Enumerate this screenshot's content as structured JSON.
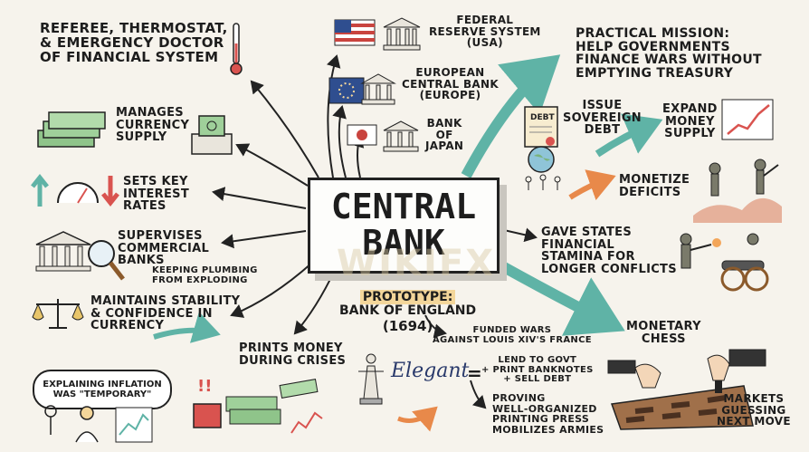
{
  "central": {
    "title": "CENTRAL\nBANK"
  },
  "watermark": "WIKIFX",
  "roles": {
    "referee": "REFEREE, THERMOSTAT,\n& EMERGENCY DOCTOR\nOF FINANCIAL SYSTEM",
    "currency": "MANAGES\nCURRENCY\nSUPPLY",
    "rates": "SETS KEY\nINTEREST\nRATES",
    "supervises": "SUPERVISES\nCOMMERCIAL\nBANKS",
    "plumbing": "KEEPING PLUMBING\nFROM EXPLODING",
    "stability": "MAINTAINS STABILITY\n& CONFIDENCE IN\nCURRENCY",
    "prints": "PRINTS MONEY\nDURING CRISES",
    "inflation": "EXPLAINING INFLATION\nWAS \"TEMPORARY\""
  },
  "banks": {
    "fed": "FEDERAL\nRESERVE SYSTEM\n(USA)",
    "ecb": "EUROPEAN\nCENTRAL BANK\n(EUROPE)",
    "boj": "BANK\nOF\nJAPAN"
  },
  "mission": {
    "title": "PRACTICAL MISSION:\nHELP GOVERNMENTS\nFINANCE WARS WITHOUT\nEMPTYING TREASURY",
    "debt_label": "DEBT",
    "issue": "ISSUE\nSOVEREIGN\nDEBT",
    "expand": "EXPAND\nMONEY\nSUPPLY",
    "monetize": "MONETIZE\nDEFICITS",
    "stamina": "GAVE STATES\nFINANCIAL\nSTAMINA FOR\nLONGER CONFLICTS"
  },
  "prototype": {
    "label": "PROTOTYPE:",
    "name": "BANK OF ENGLAND",
    "year": "(1694)",
    "funded": "FUNDED WARS\nAGAINST LOUIS XIV'S FRANCE",
    "elegant": "Elegant",
    "equals": "=",
    "lend": "LEND TO GOVT\n+ PRINT BANKNOTES\n+ SELL DEBT",
    "proving": "PROVING\nWELL-ORGANIZED\nPRINTING PRESS\nMOBILIZES ARMIES"
  },
  "chess": {
    "title": "MONETARY\nCHESS",
    "markets": "MARKETS\nGUESSING\nNEXT MOVE"
  },
  "colors": {
    "teal": "#5fb3a6",
    "orange": "#e8894a",
    "ink": "#222222",
    "green": "#7bb37a"
  }
}
